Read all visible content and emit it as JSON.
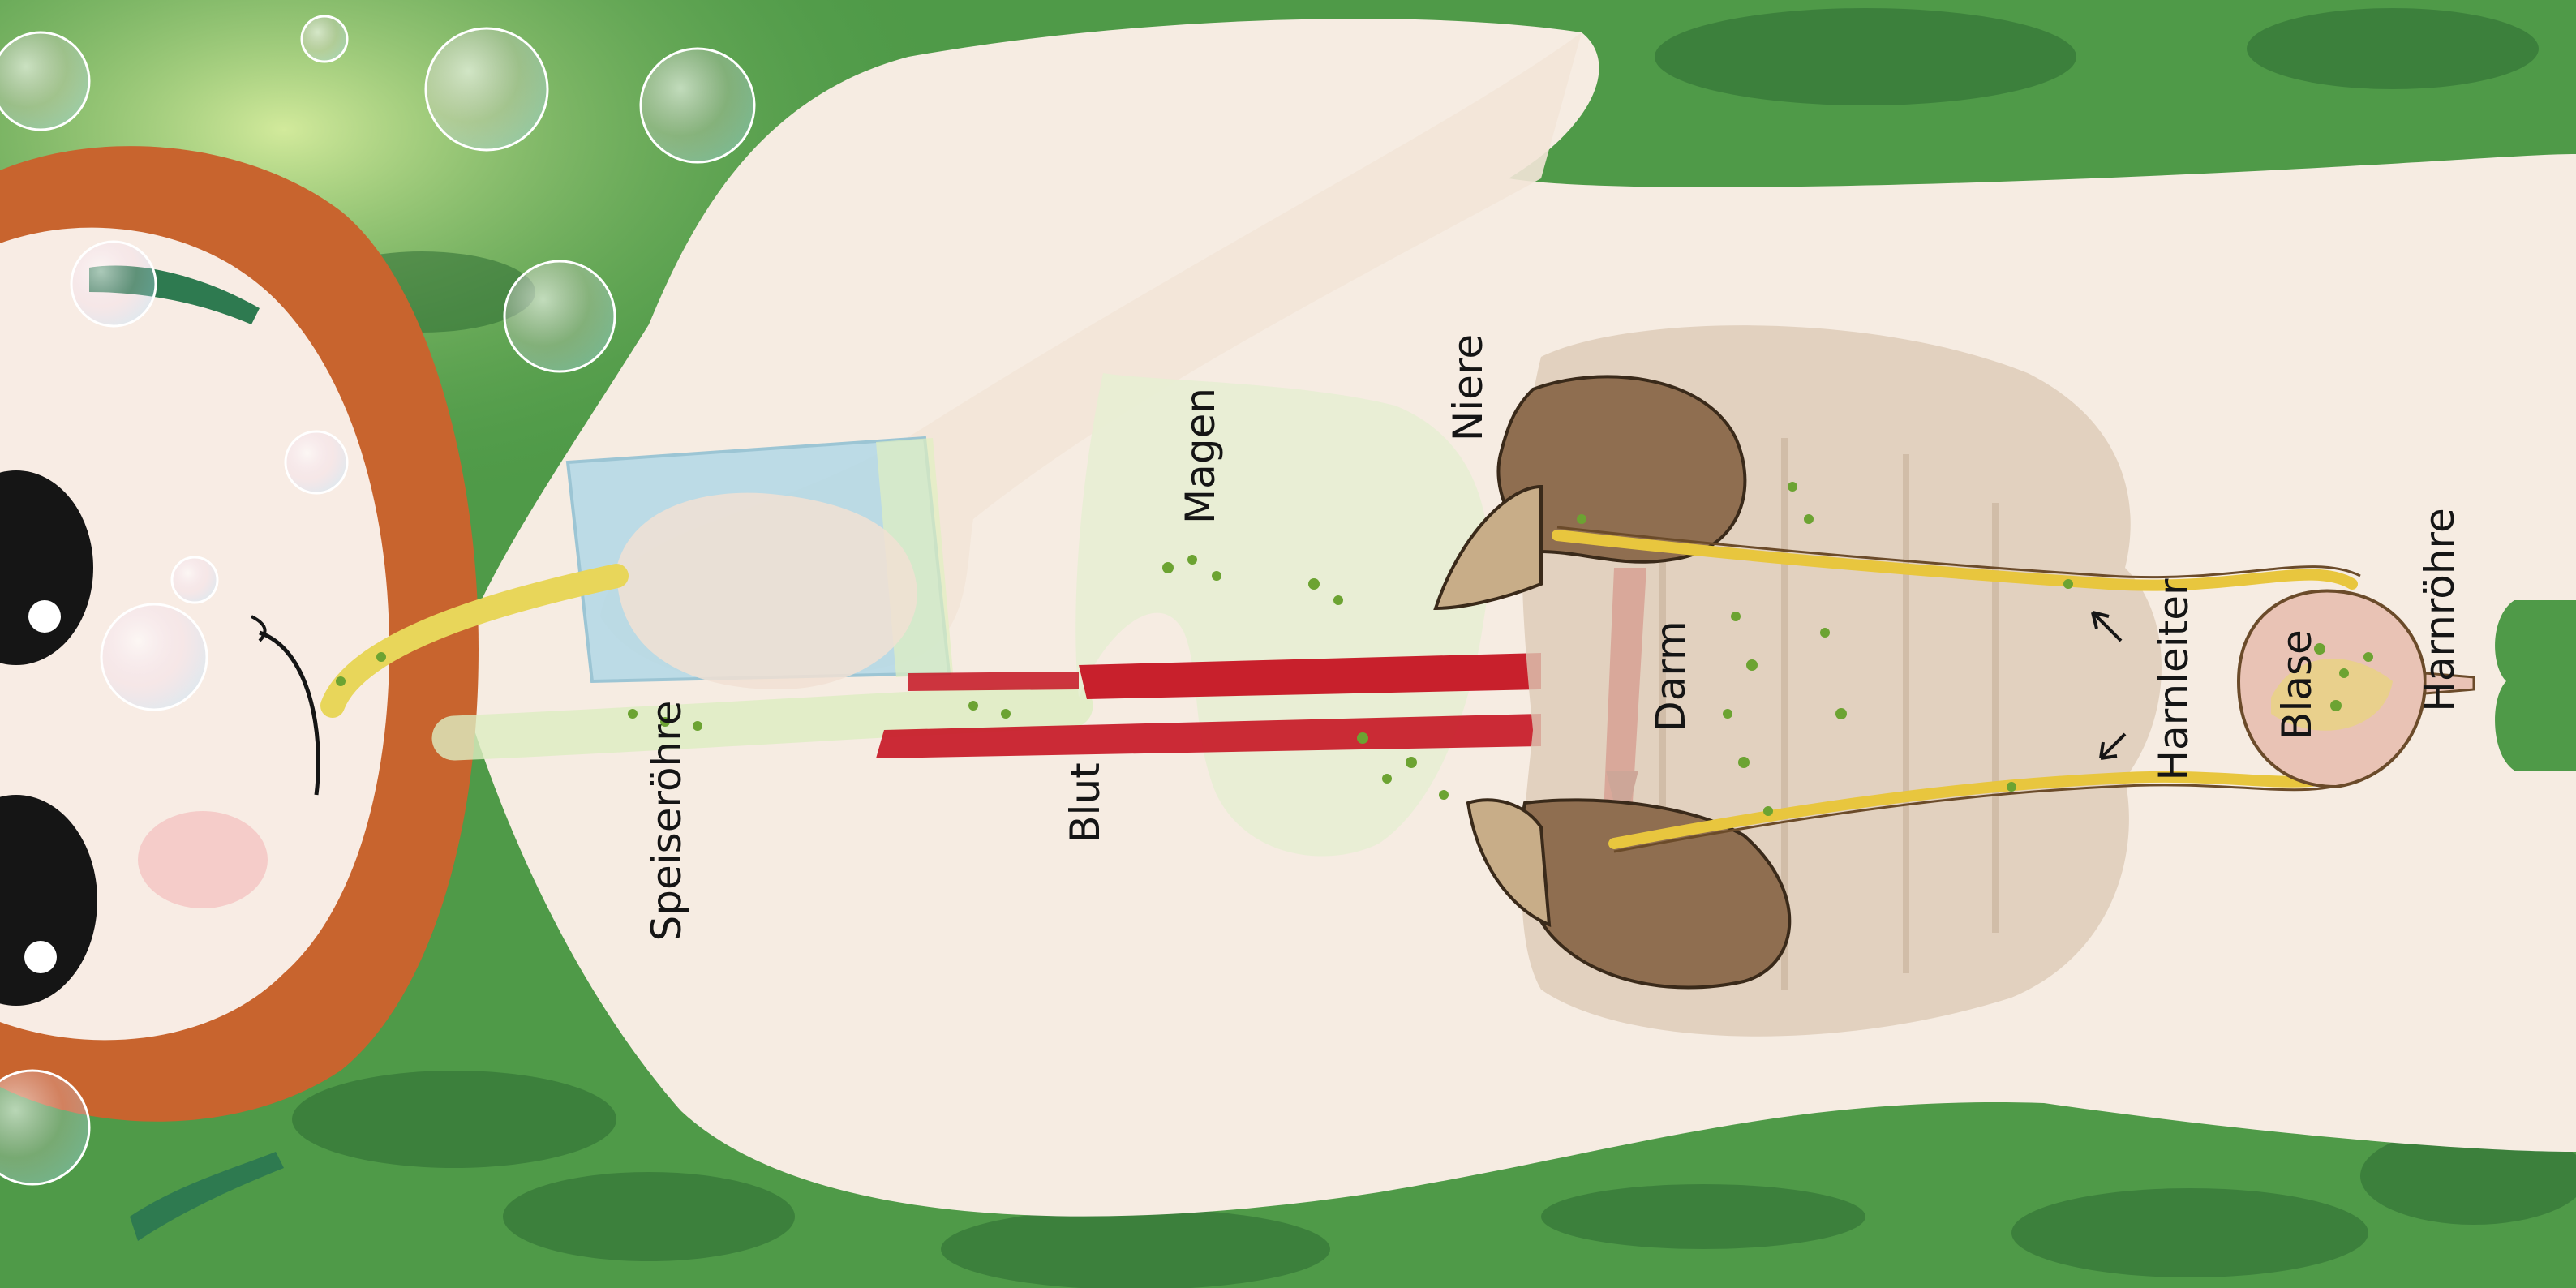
{
  "labels": {
    "speiseroehre": "Speiseröhre",
    "blut": "Blut",
    "magen": "Magen",
    "niere": "Niere",
    "darm": "Darm",
    "harnleiter": "Harnleiter",
    "blase": "Blase",
    "harnroehre": "Harnröhre"
  },
  "colors": {
    "background_grass": "#4f9a48",
    "grass_dark": "#2e6b33",
    "skin": "#f6ece2",
    "hair": "#c8642e",
    "urine": "#e8c63e",
    "blood": "#c8202c",
    "kidney": "#8f6e50",
    "intestine": "#ddcbb7",
    "bladder": "#e9c3b5",
    "glass": "#a9d6e8"
  }
}
